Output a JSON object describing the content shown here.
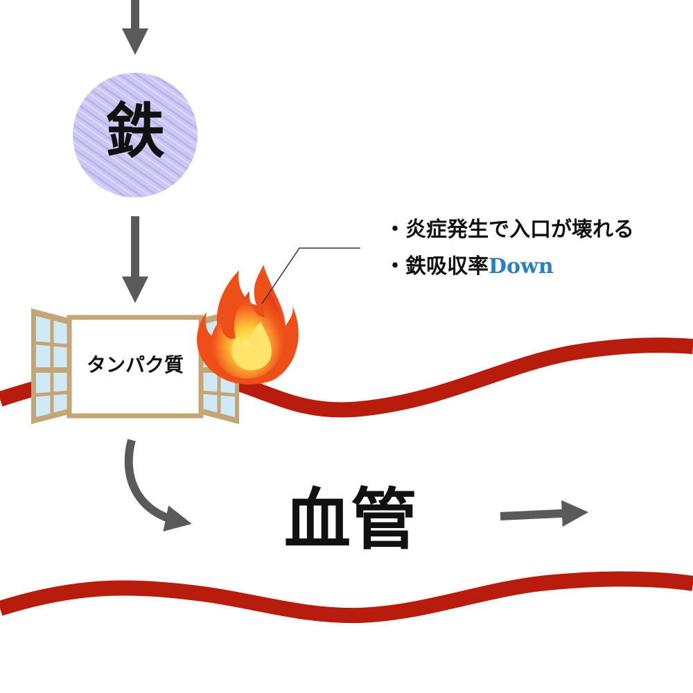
{
  "nodes": {
    "iron": "鉄",
    "protein": "タンパク質",
    "vessel": "血管"
  },
  "notes": {
    "line1": "・炎症発生で入口が壊れる",
    "line2_prefix": "・鉄吸収率",
    "line2_accent": "Down"
  },
  "colors": {
    "vessel_wall": "#b81c0d",
    "arrow": "#5a5a5a",
    "iron_circle": "#c9c6f2",
    "window_frame": "#c4a576",
    "window_glass": "#cfe9f7",
    "flame_outer": "#f0511c",
    "flame_inner": "#ffd33d",
    "accent_text": "#2a7fc1"
  }
}
